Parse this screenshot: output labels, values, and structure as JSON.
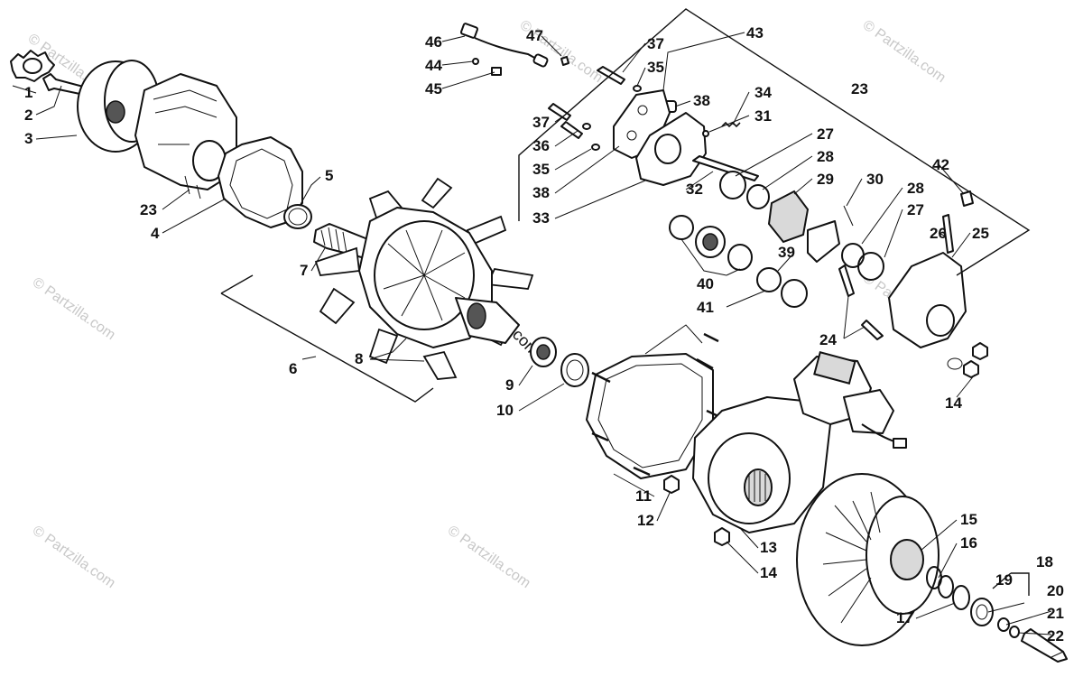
{
  "diagram": {
    "part_labels": [
      "1",
      "2",
      "3",
      "4",
      "5",
      "6",
      "7",
      "8",
      "9",
      "10",
      "11",
      "12",
      "13",
      "14",
      "15",
      "16",
      "17",
      "18",
      "19",
      "20",
      "21",
      "22",
      "23",
      "24",
      "25",
      "26",
      "27",
      "28",
      "29",
      "30",
      "31",
      "32",
      "33",
      "34",
      "35",
      "36",
      "37",
      "38",
      "39",
      "40",
      "41",
      "42",
      "43",
      "44",
      "45",
      "46",
      "47"
    ],
    "watermark": "© Partzilla.com"
  }
}
